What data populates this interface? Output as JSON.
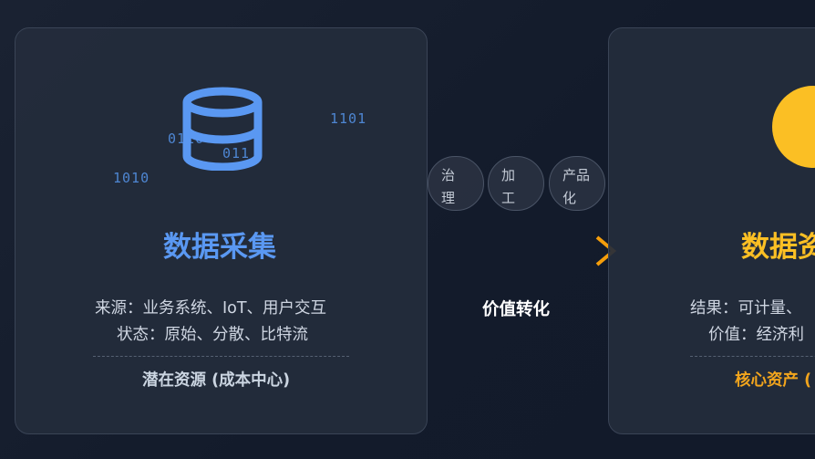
{
  "left_card": {
    "binary": [
      "1101",
      "0110",
      "011",
      "1010"
    ],
    "title": "数据采集",
    "lines": [
      "来源：业务系统、IoT、用户交互",
      "状态：原始、分散、比特流"
    ],
    "footer": "潜在资源 (成本中心)"
  },
  "process": {
    "steps": [
      {
        "chars": [
          "治",
          "理"
        ]
      },
      {
        "chars": [
          "加",
          "工"
        ]
      },
      {
        "chars": [
          "产品",
          "化"
        ]
      }
    ],
    "caption": "价值转化"
  },
  "right_card": {
    "title": "数据资",
    "lines": [
      "结果：可计量、",
      "价值：经济利"
    ],
    "footer": "核心资产 ("
  },
  "colors": {
    "blue": "#5a98f2",
    "amber": "#fbbf24",
    "amber_text": "#f2a51d",
    "background": "#161e2e"
  },
  "icons": {
    "left": "database-icon",
    "right": "sun-icon"
  }
}
